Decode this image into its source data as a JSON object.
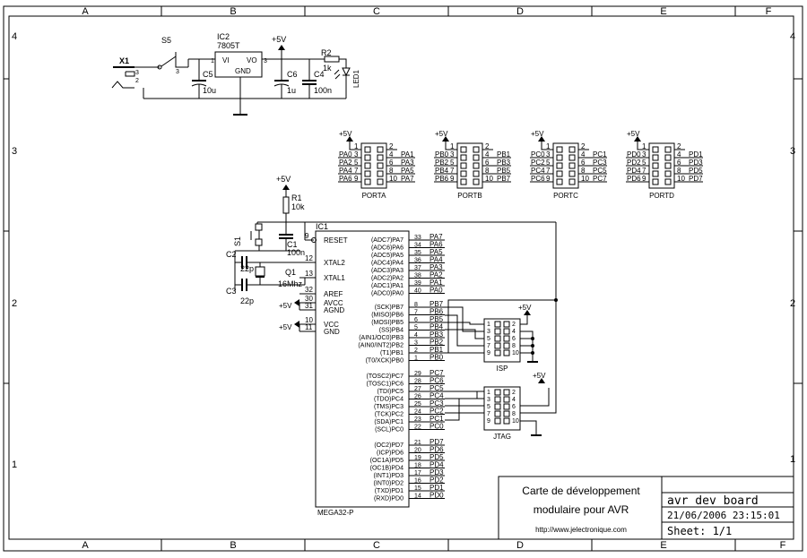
{
  "border": {
    "columns": [
      "A",
      "B",
      "C",
      "D",
      "E",
      "F"
    ],
    "rows": [
      "4",
      "3",
      "2",
      "1"
    ]
  },
  "power": {
    "x1": "X1",
    "s5": "S5",
    "ic2": "IC2",
    "ic2_part": "7805T",
    "vi": "VI",
    "vo": "VO",
    "gnd": "GND",
    "vcc": "+5V",
    "c5": "C5",
    "c5v": "10u",
    "c6": "C6",
    "c6v": "1u",
    "c4": "C4",
    "c4v": "100n",
    "r2": "R2",
    "r2v": "1k",
    "led": "LED1"
  },
  "ports": [
    {
      "name": "PORTA",
      "left": [
        "PA0",
        "PA2",
        "PA4",
        "PA6"
      ],
      "right": [
        "PA1",
        "PA3",
        "PA5",
        "PA7"
      ]
    },
    {
      "name": "PORTB",
      "left": [
        "PB0",
        "PB2",
        "PB4",
        "PB6"
      ],
      "right": [
        "PB1",
        "PB3",
        "PB5",
        "PB7"
      ]
    },
    {
      "name": "PORTC",
      "left": [
        "PC0",
        "PC2",
        "PC4",
        "PC6"
      ],
      "right": [
        "PC1",
        "PC3",
        "PC5",
        "PC7"
      ]
    },
    {
      "name": "PORTD",
      "left": [
        "PD0",
        "PD2",
        "PD4",
        "PD6"
      ],
      "right": [
        "PD1",
        "PD3",
        "PD5",
        "PD7"
      ]
    }
  ],
  "port_pins": {
    "left": [
      "3",
      "5",
      "7",
      "9"
    ],
    "right": [
      "4",
      "6",
      "8",
      "10"
    ],
    "top_l": "1",
    "top_r": "2"
  },
  "reset": {
    "r1": "R1",
    "r1v": "10k",
    "s1": "S1",
    "c1": "C1",
    "c1v": "100n",
    "c2": "C2",
    "c2v": "22p",
    "c3": "C3",
    "c3v": "22p",
    "q1": "Q1",
    "q1v": "16Mhz"
  },
  "mcu": {
    "name": "IC1",
    "part": "MEGA32-P",
    "left_pins": [
      {
        "num": "9",
        "label": "RESET"
      },
      {
        "num": "12",
        "label": "XTAL2"
      },
      {
        "num": "13",
        "label": "XTAL1"
      },
      {
        "num": "32",
        "label": "AREF"
      },
      {
        "num": "30",
        "label": "AVCC"
      },
      {
        "num": "31",
        "label": "AGND"
      },
      {
        "num": "10",
        "label": "VCC"
      },
      {
        "num": "11",
        "label": "GND"
      }
    ],
    "right_groups": [
      [
        {
          "alt": "(ADC7)PA7",
          "num": "33",
          "net": "PA7"
        },
        {
          "alt": "(ADC6)PA6",
          "num": "34",
          "net": "PA6"
        },
        {
          "alt": "(ADC5)PA5",
          "num": "35",
          "net": "PA5"
        },
        {
          "alt": "(ADC4)PA4",
          "num": "36",
          "net": "PA4"
        },
        {
          "alt": "(ADC3)PA3",
          "num": "37",
          "net": "PA3"
        },
        {
          "alt": "(ADC2)PA2",
          "num": "38",
          "net": "PA2"
        },
        {
          "alt": "(ADC1)PA1",
          "num": "39",
          "net": "PA1"
        },
        {
          "alt": "(ADC0)PA0",
          "num": "40",
          "net": "PA0"
        }
      ],
      [
        {
          "alt": "(SCK)PB7",
          "num": "8",
          "net": "PB7"
        },
        {
          "alt": "(MISO)PB6",
          "num": "7",
          "net": "PB6"
        },
        {
          "alt": "(MOSI)PB5",
          "num": "6",
          "net": "PB5"
        },
        {
          "alt": "(SS)PB4",
          "num": "5",
          "net": "PB4"
        },
        {
          "alt": "(AIN1/OC0)PB3",
          "num": "4",
          "net": "PB3"
        },
        {
          "alt": "(AIN0/INT2)PB2",
          "num": "3",
          "net": "PB2"
        },
        {
          "alt": "(T1)PB1",
          "num": "2",
          "net": "PB1"
        },
        {
          "alt": "(T0/XCK)PB0",
          "num": "1",
          "net": "PB0"
        }
      ],
      [
        {
          "alt": "(TOSC2)PC7",
          "num": "29",
          "net": "PC7"
        },
        {
          "alt": "(TOSC1)PC6",
          "num": "28",
          "net": "PC6"
        },
        {
          "alt": "(TDI)PC5",
          "num": "27",
          "net": "PC5"
        },
        {
          "alt": "(TDO)PC4",
          "num": "26",
          "net": "PC4"
        },
        {
          "alt": "(TMS)PC3",
          "num": "25",
          "net": "PC3"
        },
        {
          "alt": "(TCK)PC2",
          "num": "24",
          "net": "PC2"
        },
        {
          "alt": "(SDA)PC1",
          "num": "23",
          "net": "PC1"
        },
        {
          "alt": "(SCL)PC0",
          "num": "22",
          "net": "PC0"
        }
      ],
      [
        {
          "alt": "(OC2)PD7",
          "num": "21",
          "net": "PD7"
        },
        {
          "alt": "(ICP)PD6",
          "num": "20",
          "net": "PD6"
        },
        {
          "alt": "(OC1A)PD5",
          "num": "19",
          "net": "PD5"
        },
        {
          "alt": "(OC1B)PD4",
          "num": "18",
          "net": "PD4"
        },
        {
          "alt": "(INT1)PD3",
          "num": "17",
          "net": "PD3"
        },
        {
          "alt": "(INT0)PD2",
          "num": "16",
          "net": "PD2"
        },
        {
          "alt": "(TXD)PD1",
          "num": "15",
          "net": "PD1"
        },
        {
          "alt": "(RXD)PD0",
          "num": "14",
          "net": "PD0"
        }
      ]
    ]
  },
  "isp": {
    "name": "ISP",
    "vcc": "+5V",
    "pins": [
      "1",
      "2",
      "3",
      "4",
      "5",
      "6",
      "7",
      "8",
      "9",
      "10"
    ]
  },
  "jtag": {
    "name": "JTAG",
    "vcc": "+5V",
    "pins": [
      "1",
      "2",
      "3",
      "4",
      "5",
      "6",
      "7",
      "8",
      "9",
      "10"
    ]
  },
  "title_block": {
    "title_line1": "Carte de développement",
    "title_line2": "modulaire pour AVR",
    "url": "http://www.jelectronique.com",
    "project": "avr_dev_board",
    "date": "21/06/2006 23:15:01",
    "sheet": "Sheet: 1/1"
  }
}
